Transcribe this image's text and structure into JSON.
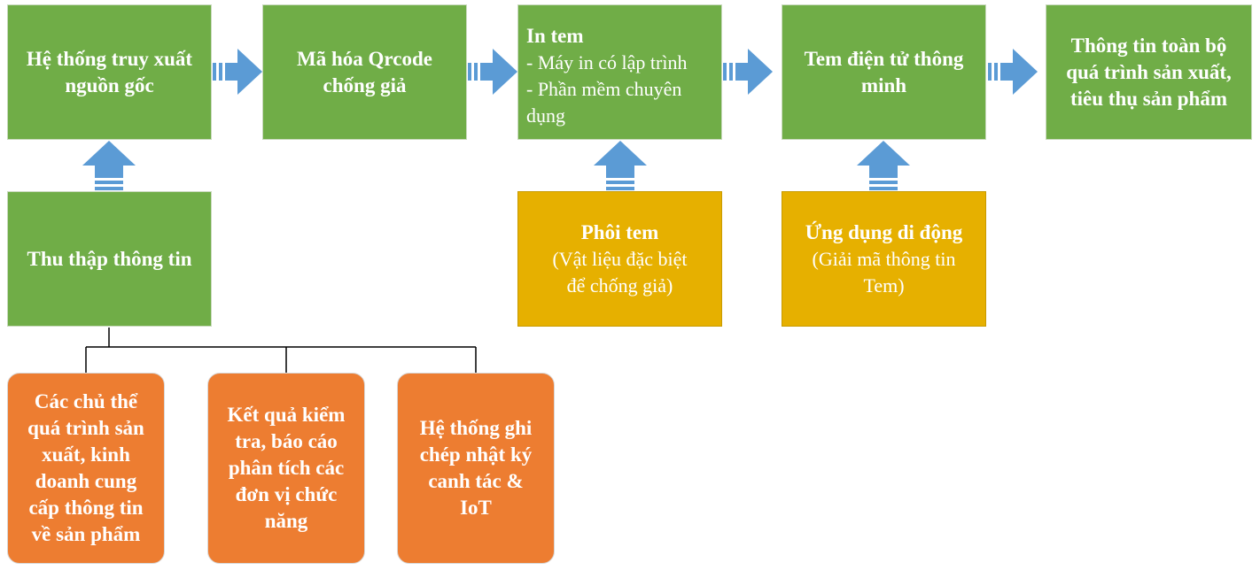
{
  "boxes": {
    "traceability": {
      "line1": "Hệ thống truy xuất",
      "line2": "nguồn gốc"
    },
    "qr": {
      "line1": "Mã hóa Qrcode",
      "line2": "chống giả"
    },
    "print": {
      "title": "In tem",
      "item1": "- Máy in có lập trình",
      "item2": "- Phần mềm chuyên",
      "item3": "dụng"
    },
    "smart_label": {
      "line1": "Tem điện tử thông",
      "line2": "minh"
    },
    "full_info": {
      "line1": "Thông tin toàn bộ",
      "line2": "quá trình sản xuất,",
      "line3": "tiêu thụ sản phẩm"
    },
    "collect": {
      "label": "Thu thập thông tin"
    },
    "blank_label": {
      "title": "Phôi tem",
      "line1": "(Vật liệu đặc biệt",
      "line2": "để chống giả)"
    },
    "mobile_app": {
      "title": "Ứng dụng di động",
      "line1": "(Giải mã thông tin",
      "line2": "Tem)"
    },
    "stakeholders": {
      "lines": [
        "Các chủ thể",
        "quá trình sản",
        "xuất, kinh",
        "doanh cung",
        "cấp thông tin",
        "về sản phẩm"
      ]
    },
    "test_results": {
      "lines": [
        "Kết quả kiểm",
        "tra, báo cáo",
        "phân tích các",
        "đơn vị chức",
        "năng"
      ]
    },
    "logging": {
      "lines": [
        "Hệ thống ghi",
        "chép nhật ký",
        "canh tác &",
        "IoT"
      ]
    }
  },
  "colors": {
    "green": "#70ad47",
    "yellow": "#e6b000",
    "orange": "#ed7d31",
    "arrow": "#5b9bd5"
  }
}
